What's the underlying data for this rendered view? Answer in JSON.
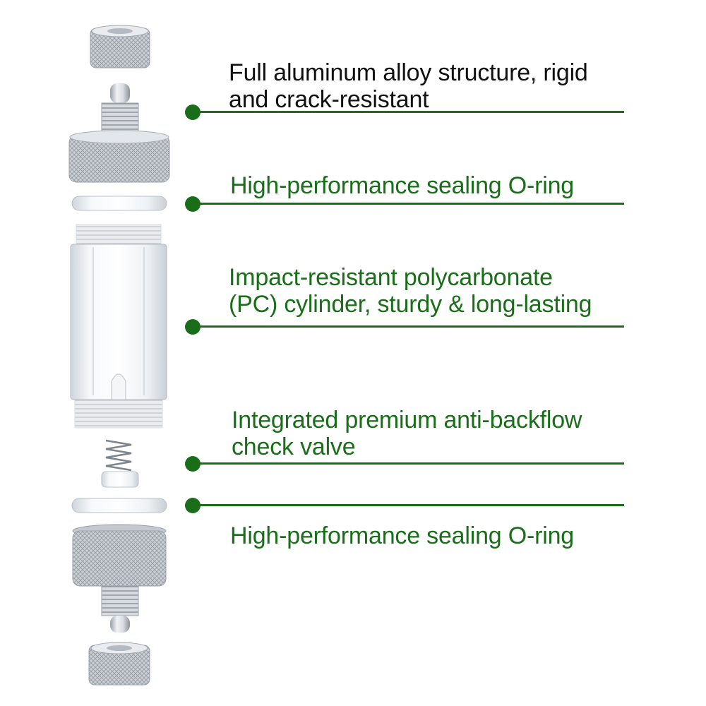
{
  "colors": {
    "callout_green": "#1a6e1a",
    "text_dark": "#111111",
    "metal_light": "#e4e6e9",
    "metal_dark": "#8d939b",
    "clear_plastic": "#eef1f4"
  },
  "callouts": [
    {
      "id": "aluminum",
      "text": "Full aluminum alloy structure, rigid\nand crack-resistant",
      "style": "dark"
    },
    {
      "id": "oring-top",
      "text": "High-performance sealing O-ring",
      "style": "green"
    },
    {
      "id": "cylinder",
      "text": "Impact-resistant polycarbonate\n(PC) cylinder, sturdy & long-lasting",
      "style": "green"
    },
    {
      "id": "check-valve",
      "text": "Integrated premium anti-backflow\ncheck valve",
      "style": "green"
    },
    {
      "id": "oring-bottom",
      "text": "High-performance sealing O-ring",
      "style": "green"
    }
  ],
  "parts": [
    {
      "name": "top-knurled-nut-icon"
    },
    {
      "name": "top-hose-barb-fitting-icon"
    },
    {
      "name": "top-o-ring-icon"
    },
    {
      "name": "pc-cylinder-icon"
    },
    {
      "name": "spring-icon"
    },
    {
      "name": "check-valve-plug-icon"
    },
    {
      "name": "bottom-o-ring-icon"
    },
    {
      "name": "bottom-hose-barb-fitting-icon"
    },
    {
      "name": "bottom-knurled-nut-icon"
    }
  ]
}
